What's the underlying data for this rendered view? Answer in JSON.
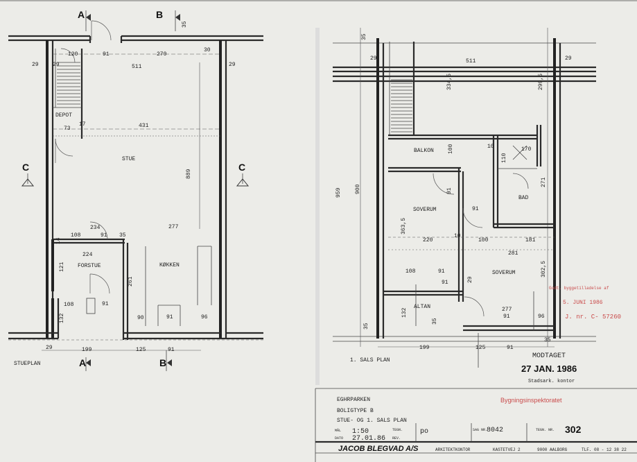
{
  "left_plan": {
    "section_marks": [
      "A",
      "B",
      "C",
      "C",
      "A",
      "B"
    ],
    "rooms": [
      "DEPOT",
      "STUE",
      "FORSTUE",
      "KØKKEN"
    ],
    "dims": [
      "35",
      "29",
      "120",
      "91",
      "270",
      "30",
      "29",
      "511",
      "29",
      "73",
      "17",
      "431",
      "889",
      "234",
      "108",
      "91",
      "35",
      "14",
      "277",
      "224",
      "121",
      "261",
      "108",
      "91",
      "132",
      "90",
      "91",
      "96",
      "29",
      "199",
      "125",
      "91"
    ],
    "plan_label": "STUEPLAN"
  },
  "right_plan": {
    "rooms": [
      "BALKON",
      "SOVERUM",
      "BAD",
      "SOVERUM",
      "ALTAN"
    ],
    "dims": [
      "35",
      "29",
      "29",
      "511",
      "334,5",
      "299,5",
      "959",
      "900",
      "100",
      "10",
      "170",
      "110",
      "91",
      "271",
      "91",
      "363,5",
      "220",
      "10",
      "100",
      "181",
      "281",
      "108",
      "91",
      "91",
      "29",
      "302,5",
      "132",
      "35",
      "277",
      "91",
      "96",
      "35",
      "199",
      "125",
      "91",
      "35"
    ],
    "plan_label": "1. SALS PLAN"
  },
  "stamps": {
    "received": "MODTAGET",
    "received_date": "27 JAN. 1986",
    "received_office": "Stadsark. kontor",
    "red_stamp_line1": "Godt. byggetilladelse af",
    "red_stamp_line2": "5. JUNI 1986",
    "red_stamp_line3": "J. nr. C- 57260",
    "inspector": "Bygningsinspektoratet"
  },
  "title_block": {
    "project": "EGHRPARKEN",
    "type": "BOLIGTYPE B",
    "content": "STUE- OG 1. SALS PLAN",
    "scale_label": "MÅL",
    "scale": "1:50",
    "drawn_label": "TEGN.",
    "drawn_by": "po",
    "case_label": "SAG NR.",
    "case_no": "8042",
    "drawing_label": "TEGN. NR.",
    "drawing_no": "302",
    "date_label": "DATO",
    "date": "27.01.86",
    "rev_label": "REV.",
    "firm": "JACOB BLEGVAD A/S",
    "firm_type": "ARKITEKTKONTOR",
    "address": "KASTETVEJ 2",
    "city": "9000 AALBORG",
    "phone": "TLF. 08 - 12 38 22"
  }
}
